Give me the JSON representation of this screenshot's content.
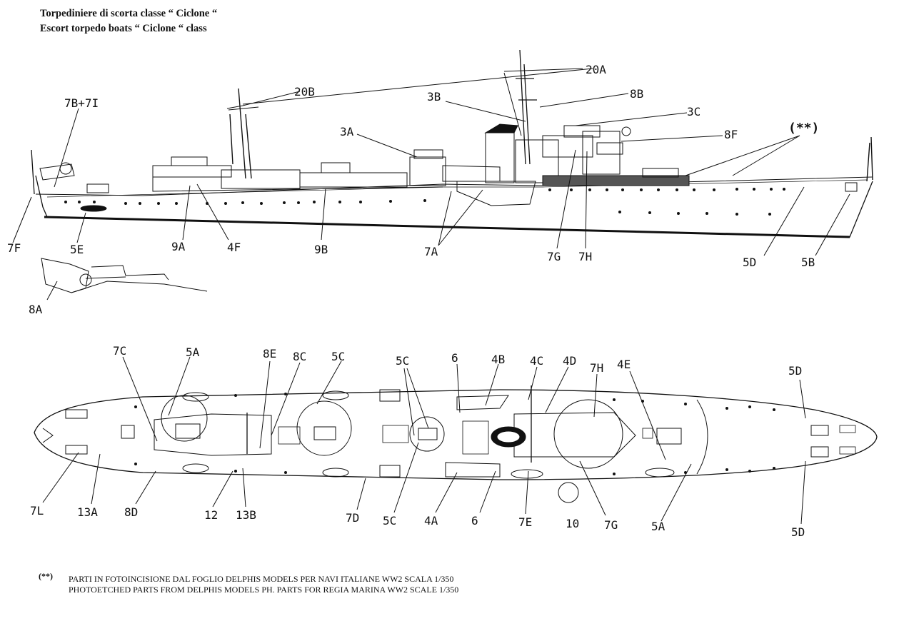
{
  "title": {
    "italian": "Torpediniere di scorta classe “ Ciclone “",
    "english": "Escort torpedo boats “ Ciclone “ class"
  },
  "profile_labels": [
    "20A",
    "20B",
    "8B",
    "3B",
    "3C",
    "8F",
    "(**)",
    "3A",
    "7B+7I",
    "7F",
    "5E",
    "9A",
    "4F",
    "9B",
    "7A",
    "7G",
    "7H",
    "5D",
    "5B",
    "8A"
  ],
  "plan_labels": [
    "7C",
    "5A",
    "8E",
    "8C",
    "5C",
    "5C",
    "6",
    "4B",
    "4C",
    "4D",
    "7H",
    "4E",
    "5D",
    "7L",
    "13A",
    "8D",
    "12",
    "13B",
    "7D",
    "5C",
    "4A",
    "6",
    "7E",
    "10",
    "7G",
    "5A",
    "5D"
  ],
  "footnote": {
    "mark": "(**)",
    "italian": "PARTI IN FOTOINCISIONE DAL FOGLIO DELPHIS MODELS PER NAVI ITALIANE WW2 SCALA 1/350",
    "english": "PHOTOETCHED PARTS  FROM DELPHIS MODELS  PH. PARTS FOR REGIA MARINA WW2 SCALE  1/350"
  }
}
